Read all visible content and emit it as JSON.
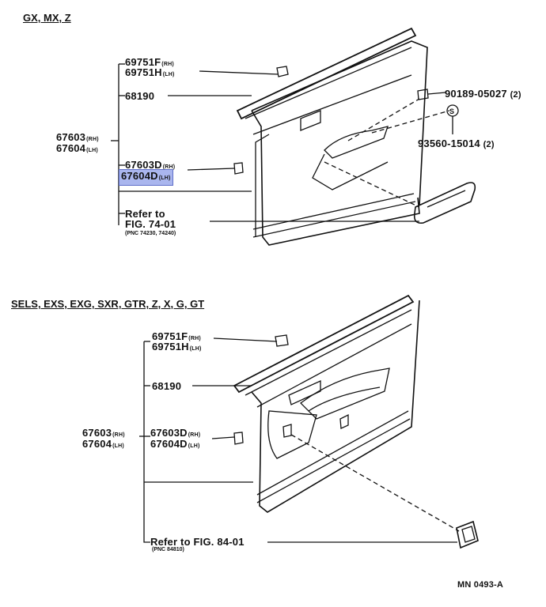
{
  "sections": [
    {
      "heading": "GX, MX, Z",
      "parts": [
        {
          "code": "69751F",
          "side": "(RH)"
        },
        {
          "code": "69751H",
          "side": "(LH)"
        },
        {
          "code": "68190",
          "side": ""
        },
        {
          "code": "67603",
          "side": "(RH)"
        },
        {
          "code": "67604",
          "side": "(LH)"
        },
        {
          "code": "67603D",
          "side": "(RH)"
        },
        {
          "code": "67604D",
          "side": "(LH)"
        },
        {
          "code": "90189-05027",
          "side": "(2)"
        },
        {
          "code": "93560-15014",
          "side": "(2)"
        }
      ],
      "refer": {
        "line1": "Refer to",
        "line2": "FIG. 74-01",
        "pnc": "(PNC 74230, 74240)"
      },
      "highlighted": "67604D",
      "screw_symbol": "S"
    },
    {
      "heading": "SELS, EXS, EXG, SXR, GTR, Z, X, G, GT",
      "parts": [
        {
          "code": "69751F",
          "side": "(RH)"
        },
        {
          "code": "69751H",
          "side": "(LH)"
        },
        {
          "code": "68190",
          "side": ""
        },
        {
          "code": "67603",
          "side": "(RH)"
        },
        {
          "code": "67604",
          "side": "(LH)"
        },
        {
          "code": "67603D",
          "side": "(RH)"
        },
        {
          "code": "67604D",
          "side": "(LH)"
        }
      ],
      "refer": {
        "line1": "Refer to FIG. 84-01",
        "pnc": "(PNC 84810)"
      }
    }
  ],
  "footer_code": "MN 0493-A"
}
